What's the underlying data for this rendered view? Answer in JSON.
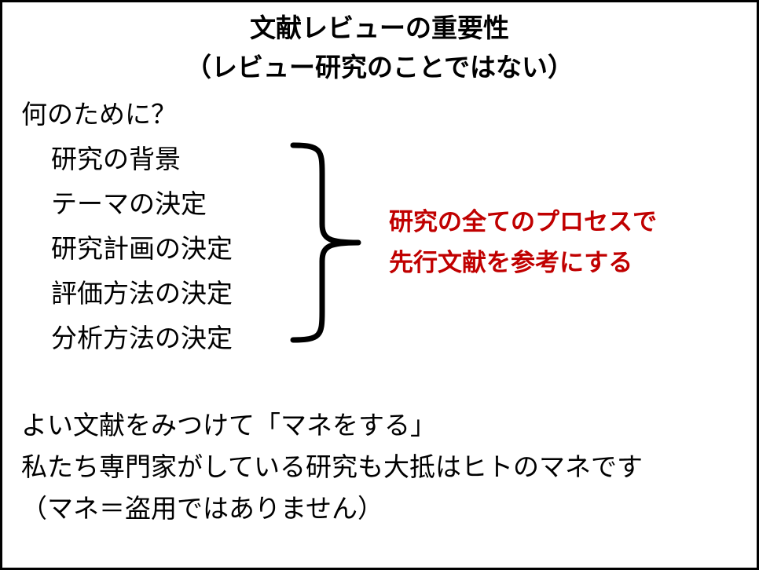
{
  "title": {
    "line1": "文献レビューの重要性",
    "line2": "（レビュー研究のことではない）"
  },
  "purpose_heading": "何のために？",
  "steps": [
    "研究の背景",
    "テーマの決定",
    "研究計画の決定",
    "評価方法の決定",
    "分析方法の決定"
  ],
  "emphasis": {
    "line1": "研究の全てのプロセスで",
    "line2": "先行文献を参考にする",
    "color": "#c00000"
  },
  "footer": {
    "line1": "よい文献をみつけて「マネをする」",
    "line2": "私たち専門家がしている研究も大抵はヒトのマネです",
    "line3": "（マネ＝盗用ではありません）"
  },
  "icons": {
    "brace": "right-curly-brace"
  }
}
